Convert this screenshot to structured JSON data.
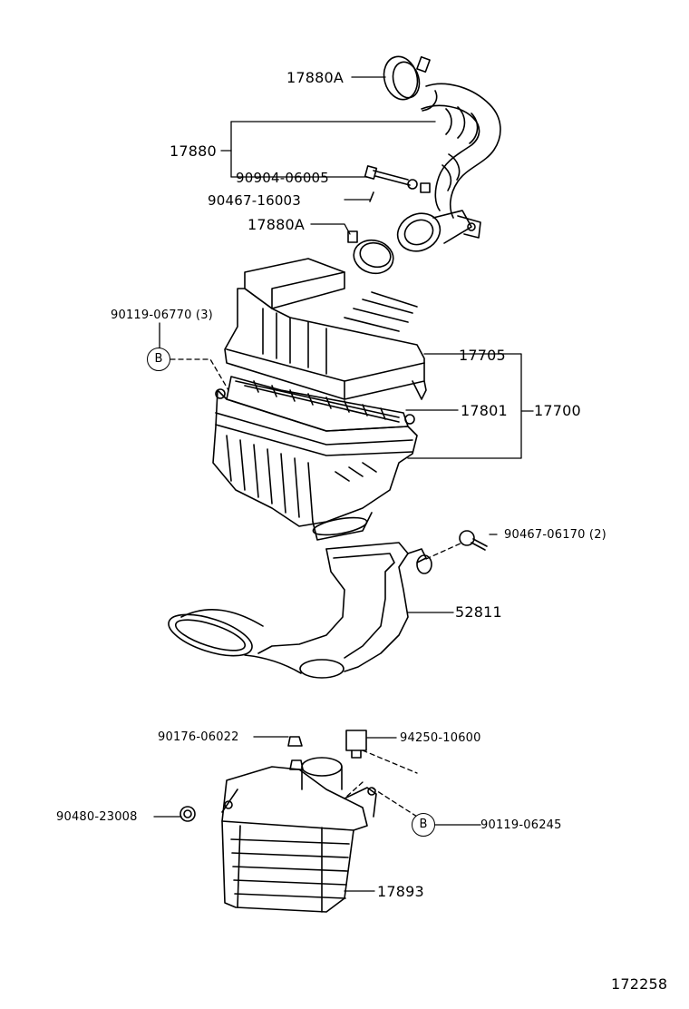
{
  "labels": {
    "l17880A_top": "17880A",
    "l17880": "17880",
    "l90904": "90904-06005",
    "l90467_16003": "90467-16003",
    "l17880A_mid": "17880A",
    "l90119_06770": "90119-06770 (3)",
    "l17705": "17705",
    "l17801": "17801",
    "l17700": "17700",
    "l90467_06170": "90467-06170 (2)",
    "l52811": "52811",
    "l90176": "90176-06022",
    "l94250": "94250-10600",
    "l90480": "90480-23008",
    "l90119_06245": "90119-06245",
    "l17893": "17893",
    "diagram_no": "172258"
  },
  "callouts": {
    "b1": "B",
    "b2": "B"
  }
}
